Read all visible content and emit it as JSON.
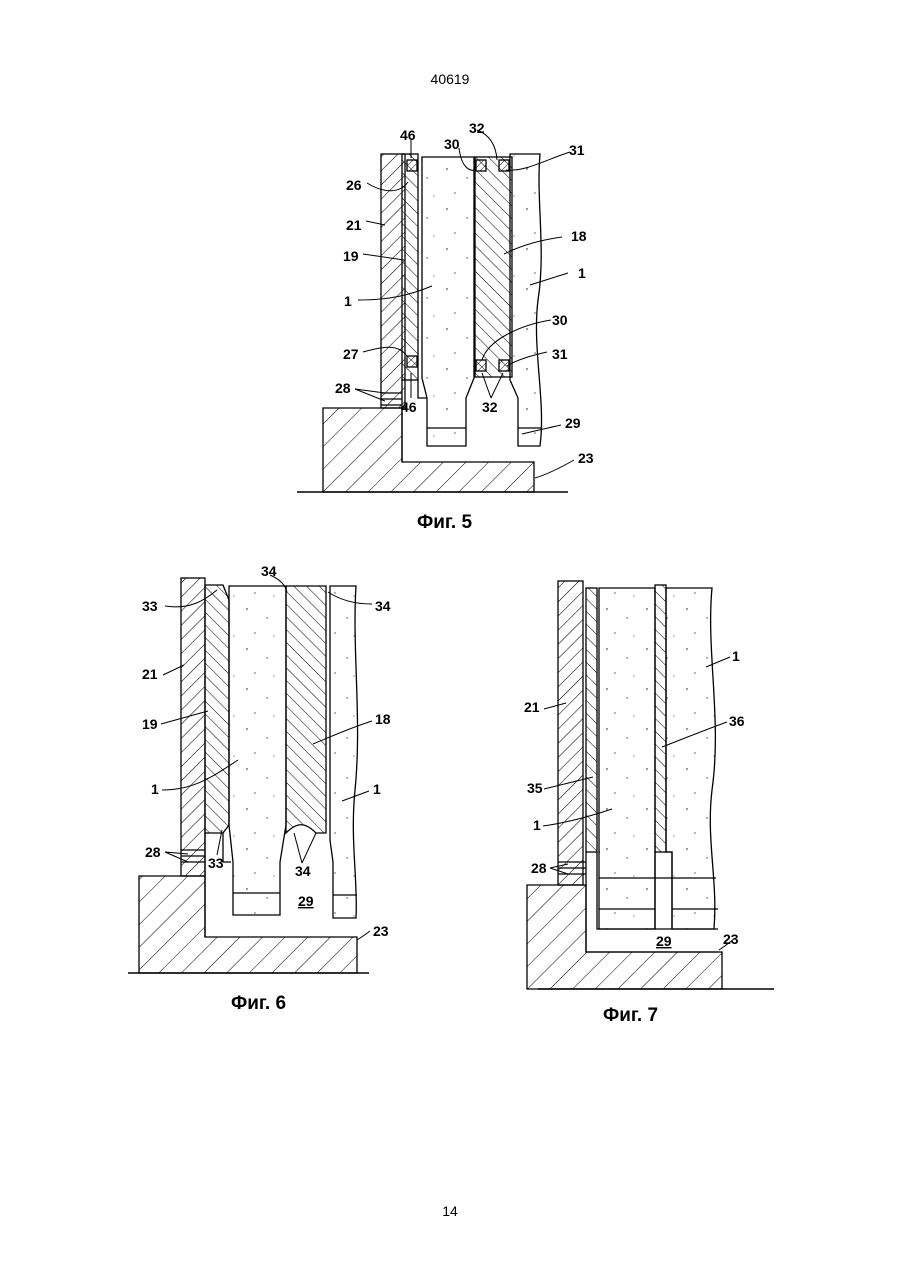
{
  "header": {
    "doc_number": "40619"
  },
  "footer": {
    "page_number": "14"
  },
  "figures": [
    {
      "caption": "Фиг. 5",
      "labels": [
        "46",
        "32",
        "30",
        "31",
        "26",
        "21",
        "18",
        "19",
        "1",
        "1",
        "30",
        "27",
        "31",
        "28",
        "46",
        "32",
        "29",
        "23"
      ]
    },
    {
      "caption": "Фиг. 6",
      "labels": [
        "34",
        "33",
        "34",
        "21",
        "19",
        "18",
        "1",
        "1",
        "28",
        "33",
        "34",
        "29",
        "23"
      ]
    },
    {
      "caption": "Фиг. 7",
      "labels": [
        "1",
        "21",
        "36",
        "35",
        "1",
        "28",
        "29",
        "23"
      ]
    }
  ],
  "colors": {
    "ink": "#000000",
    "paper": "#ffffff"
  }
}
